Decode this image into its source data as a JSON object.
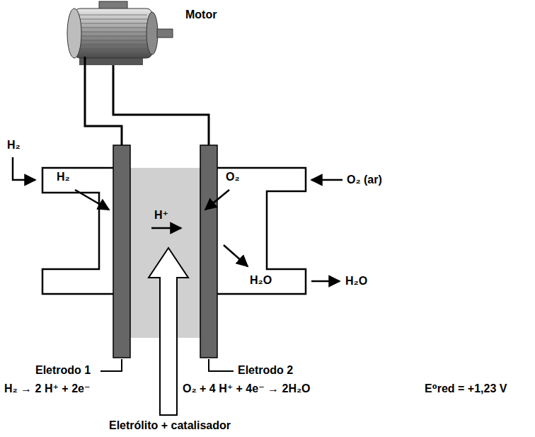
{
  "diagram": {
    "nodes": [
      {
        "text": [
          "H₂"
        ]
      },
      {
        "text": [
          "H⁺"
        ]
      },
      {
        "text": [
          "O₂",
          "H₂O"
        ]
      }
    ],
    "labels": [
      "Motor",
      "H₂",
      "O₂ (ar)",
      "H₂O",
      "Eletrodo 1",
      "Eletrodo 2",
      "H₂ → 2 H⁺ + 2e⁻",
      "O₂ + 4 H⁺ + 4e⁻ → 2H₂O",
      "E⁰red = +1,23 V",
      "Eletrólito + catalisador"
    ]
  }
}
